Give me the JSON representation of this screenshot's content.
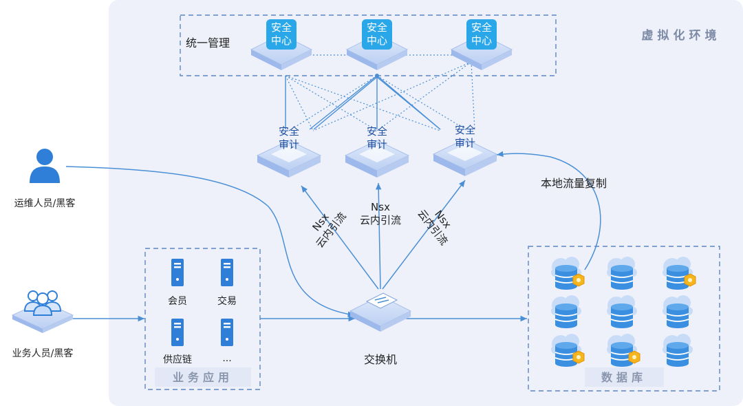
{
  "colors": {
    "panel": "#eef1fa",
    "dash": "#5b86c4",
    "link": "#4a8fd6",
    "badge": "#2aa7e8",
    "person": "#2f7fd8",
    "db": "#3b8fe0",
    "alert": "#f5b51e"
  },
  "env_label": "虚拟化环境",
  "mgmt_label": "统一管理",
  "centers": [
    {
      "line1": "安全",
      "line2": "中心"
    },
    {
      "line1": "安全",
      "line2": "中心"
    },
    {
      "line1": "安全",
      "line2": "中心"
    }
  ],
  "audits": [
    {
      "line1": "安全",
      "line2": "审计"
    },
    {
      "line1": "安全",
      "line2": "审计"
    },
    {
      "line1": "安全",
      "line2": "审计"
    }
  ],
  "flows": [
    {
      "line1": "Nsx",
      "line2": "云内引流"
    },
    {
      "line1": "Nsx",
      "line2": "云内引流"
    },
    {
      "line1": "Nsx",
      "line2": "云内引流"
    }
  ],
  "copy_label": "本地流量复制",
  "switch_label": "交换机",
  "ops_label": "运维人员/黑客",
  "biz_label": "业务人员/黑客",
  "apps": {
    "title": "业务应用",
    "items": [
      "会员",
      "交易",
      "供应链",
      "..."
    ]
  },
  "database": {
    "title": "数据库",
    "alert_flags": [
      true,
      false,
      true,
      false,
      false,
      false,
      true,
      true,
      false
    ]
  }
}
